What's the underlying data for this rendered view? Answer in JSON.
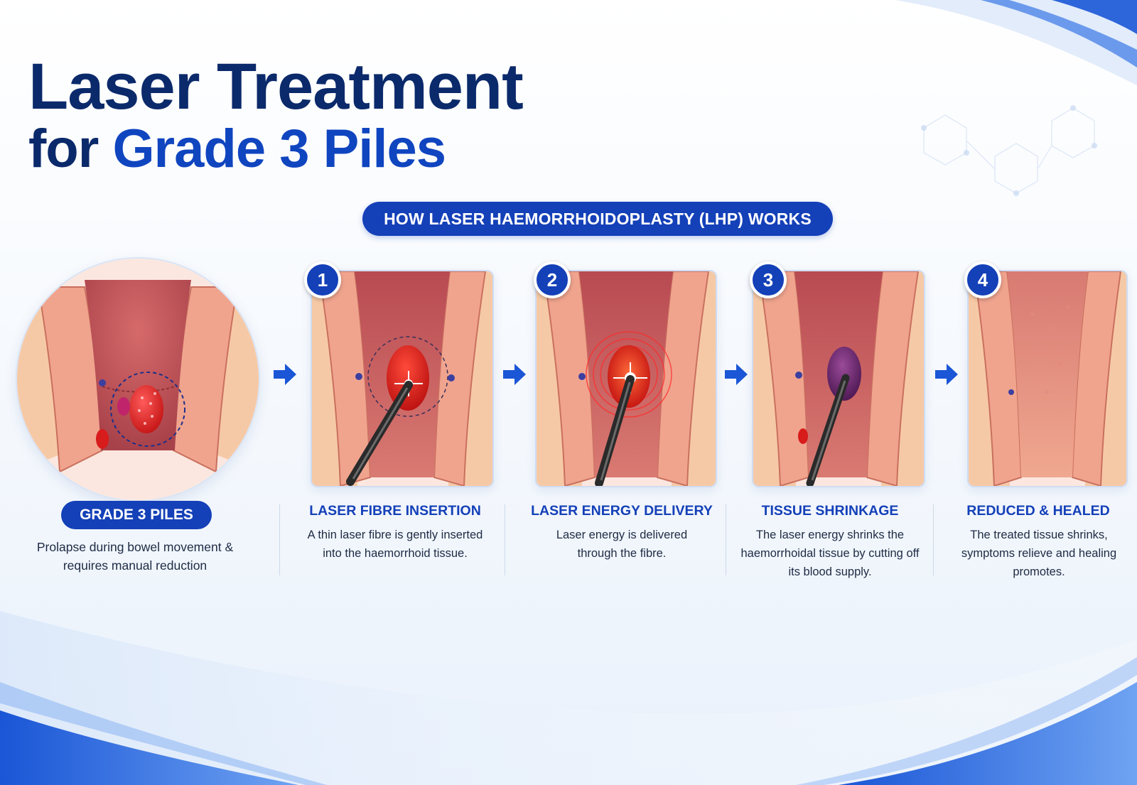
{
  "title": {
    "line1": "Laser Treatment",
    "line2_prefix": "for ",
    "line2_highlight": "Grade 3 Piles"
  },
  "banner": "HOW LASER HAEMORRHOIDOPLASTY (LHP) WORKS",
  "initial": {
    "label": "GRADE 3 PILES",
    "description": "Prolapse during bowel movement & requires manual reduction"
  },
  "steps": [
    {
      "number": "1",
      "title": "LASER FIBRE INSERTION",
      "description": "A thin laser fibre is gently inserted into the haemorrhoid tissue."
    },
    {
      "number": "2",
      "title": "LASER ENERGY DELIVERY",
      "description": "Laser energy is delivered through the fibre."
    },
    {
      "number": "3",
      "title": "TISSUE SHRINKAGE",
      "description": "The laser energy shrinks the haemorrhoidal tissue by cutting off its blood supply."
    },
    {
      "number": "4",
      "title": "REDUCED & HEALED",
      "description": "The treated tissue shrinks, symptoms relieve and healing promotes."
    }
  ],
  "icons": {
    "arrow": "arrow-right-icon",
    "laser_fibre": "laser-fibre-icon",
    "pile": "haemorrhoid-icon"
  },
  "colors": {
    "title_dark": "#0b2a6b",
    "accent_blue": "#1440b8",
    "tissue": "#f0a48e",
    "lumen": "#c4575a",
    "pile_red": "#e02424",
    "shrunk_purple": "#6b2a6e"
  }
}
